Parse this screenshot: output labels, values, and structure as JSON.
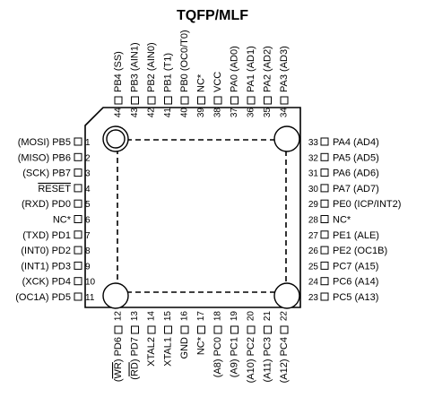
{
  "title": "TQFP/MLF",
  "left_pins": [
    {
      "num": "1",
      "label": "(MOSI) PB5"
    },
    {
      "num": "2",
      "label": "(MISO) PB6"
    },
    {
      "num": "3",
      "label": "(SCK) PB7"
    },
    {
      "num": "4",
      "label": "RESET"
    },
    {
      "num": "5",
      "label": "(RXD) PD0"
    },
    {
      "num": "6",
      "label": "NC*"
    },
    {
      "num": "7",
      "label": "(TXD) PD1"
    },
    {
      "num": "8",
      "label": "(INT0) PD2"
    },
    {
      "num": "9",
      "label": "(INT1) PD3"
    },
    {
      "num": "10",
      "label": "(XCK) PD4"
    },
    {
      "num": "11",
      "label": "(OC1A) PD5"
    }
  ],
  "right_pins": [
    {
      "num": "33",
      "label": "PA4 (AD4)"
    },
    {
      "num": "32",
      "label": "PA5 (AD5)"
    },
    {
      "num": "31",
      "label": "PA6 (AD6)"
    },
    {
      "num": "30",
      "label": "PA7 (AD7)"
    },
    {
      "num": "29",
      "label": "PE0 (ICP/INT2)"
    },
    {
      "num": "28",
      "label": "NC*"
    },
    {
      "num": "27",
      "label": "PE1 (ALE)"
    },
    {
      "num": "26",
      "label": "PE2 (OC1B)"
    },
    {
      "num": "25",
      "label": "PC7 (A15)"
    },
    {
      "num": "24",
      "label": "PC6 (A14)"
    },
    {
      "num": "23",
      "label": "PC5 (A13)"
    }
  ],
  "top_pins": [
    {
      "num": "44",
      "label": "PB4 (SS)"
    },
    {
      "num": "43",
      "label": "PB3 (AIN1)"
    },
    {
      "num": "42",
      "label": "PB2 (AIN0)"
    },
    {
      "num": "41",
      "label": "PB1 (T1)"
    },
    {
      "num": "40",
      "label": "PB0 (OC0/T0)"
    },
    {
      "num": "39",
      "label": "NC*"
    },
    {
      "num": "38",
      "label": "VCC"
    },
    {
      "num": "37",
      "label": "PA0 (AD0)"
    },
    {
      "num": "36",
      "label": "PA1 (AD1)"
    },
    {
      "num": "35",
      "label": "PA2 (AD2)"
    },
    {
      "num": "34",
      "label": "PA3 (AD3)"
    }
  ],
  "bottom_pins": [
    {
      "num": "12",
      "label": "(WR) PD6"
    },
    {
      "num": "13",
      "label": "(RD) PD7"
    },
    {
      "num": "14",
      "label": "XTAL2"
    },
    {
      "num": "15",
      "label": "XTAL1"
    },
    {
      "num": "16",
      "label": "GND"
    },
    {
      "num": "17",
      "label": "NC*"
    },
    {
      "num": "18",
      "label": "(A8) PC0"
    },
    {
      "num": "19",
      "label": "(A9) PC1"
    },
    {
      "num": "20",
      "label": "(A10) PC2"
    },
    {
      "num": "21",
      "label": "(A11) PC3"
    },
    {
      "num": "22",
      "label": "(A12) PC4"
    }
  ],
  "overbar_labels": [
    "RESET",
    "WR",
    "RD"
  ]
}
